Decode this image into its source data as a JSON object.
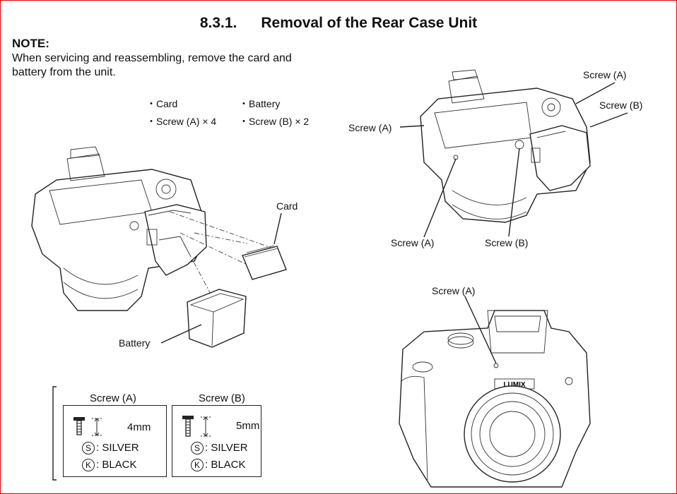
{
  "header": {
    "section_number": "8.3.1.",
    "title": "Removal of the Rear Case Unit"
  },
  "note": {
    "heading": "NOTE:",
    "text": "When servicing and reassembling, remove the card and battery from the unit."
  },
  "removal_items": {
    "card": "Card",
    "battery": "Battery",
    "screw_a": "Screw (A) × 4",
    "screw_b": "Screw (B) × 2"
  },
  "callouts": {
    "card": "Card",
    "battery": "Battery",
    "screw_a_top_right": "Screw (A)",
    "screw_b_top_right": "Screw (B)",
    "screw_a_left": "Screw (A)",
    "screw_a_bottom": "Screw (A)",
    "screw_b_bottom": "Screw (B)",
    "screw_a_front": "Screw (A)"
  },
  "screw_legend": {
    "left": "",
    "screw_a": {
      "title": "Screw (A)",
      "length": "4mm",
      "silver_key": "S",
      "silver": ": SILVER",
      "black_key": "K",
      "black": ": BLACK"
    },
    "screw_b": {
      "title": "Screw (B)",
      "length": "5mm",
      "silver_key": "S",
      "silver": ": SILVER",
      "black_key": "K",
      "black": ": BLACK"
    }
  },
  "colors": {
    "frame": "#e00000",
    "ink": "#111111"
  }
}
